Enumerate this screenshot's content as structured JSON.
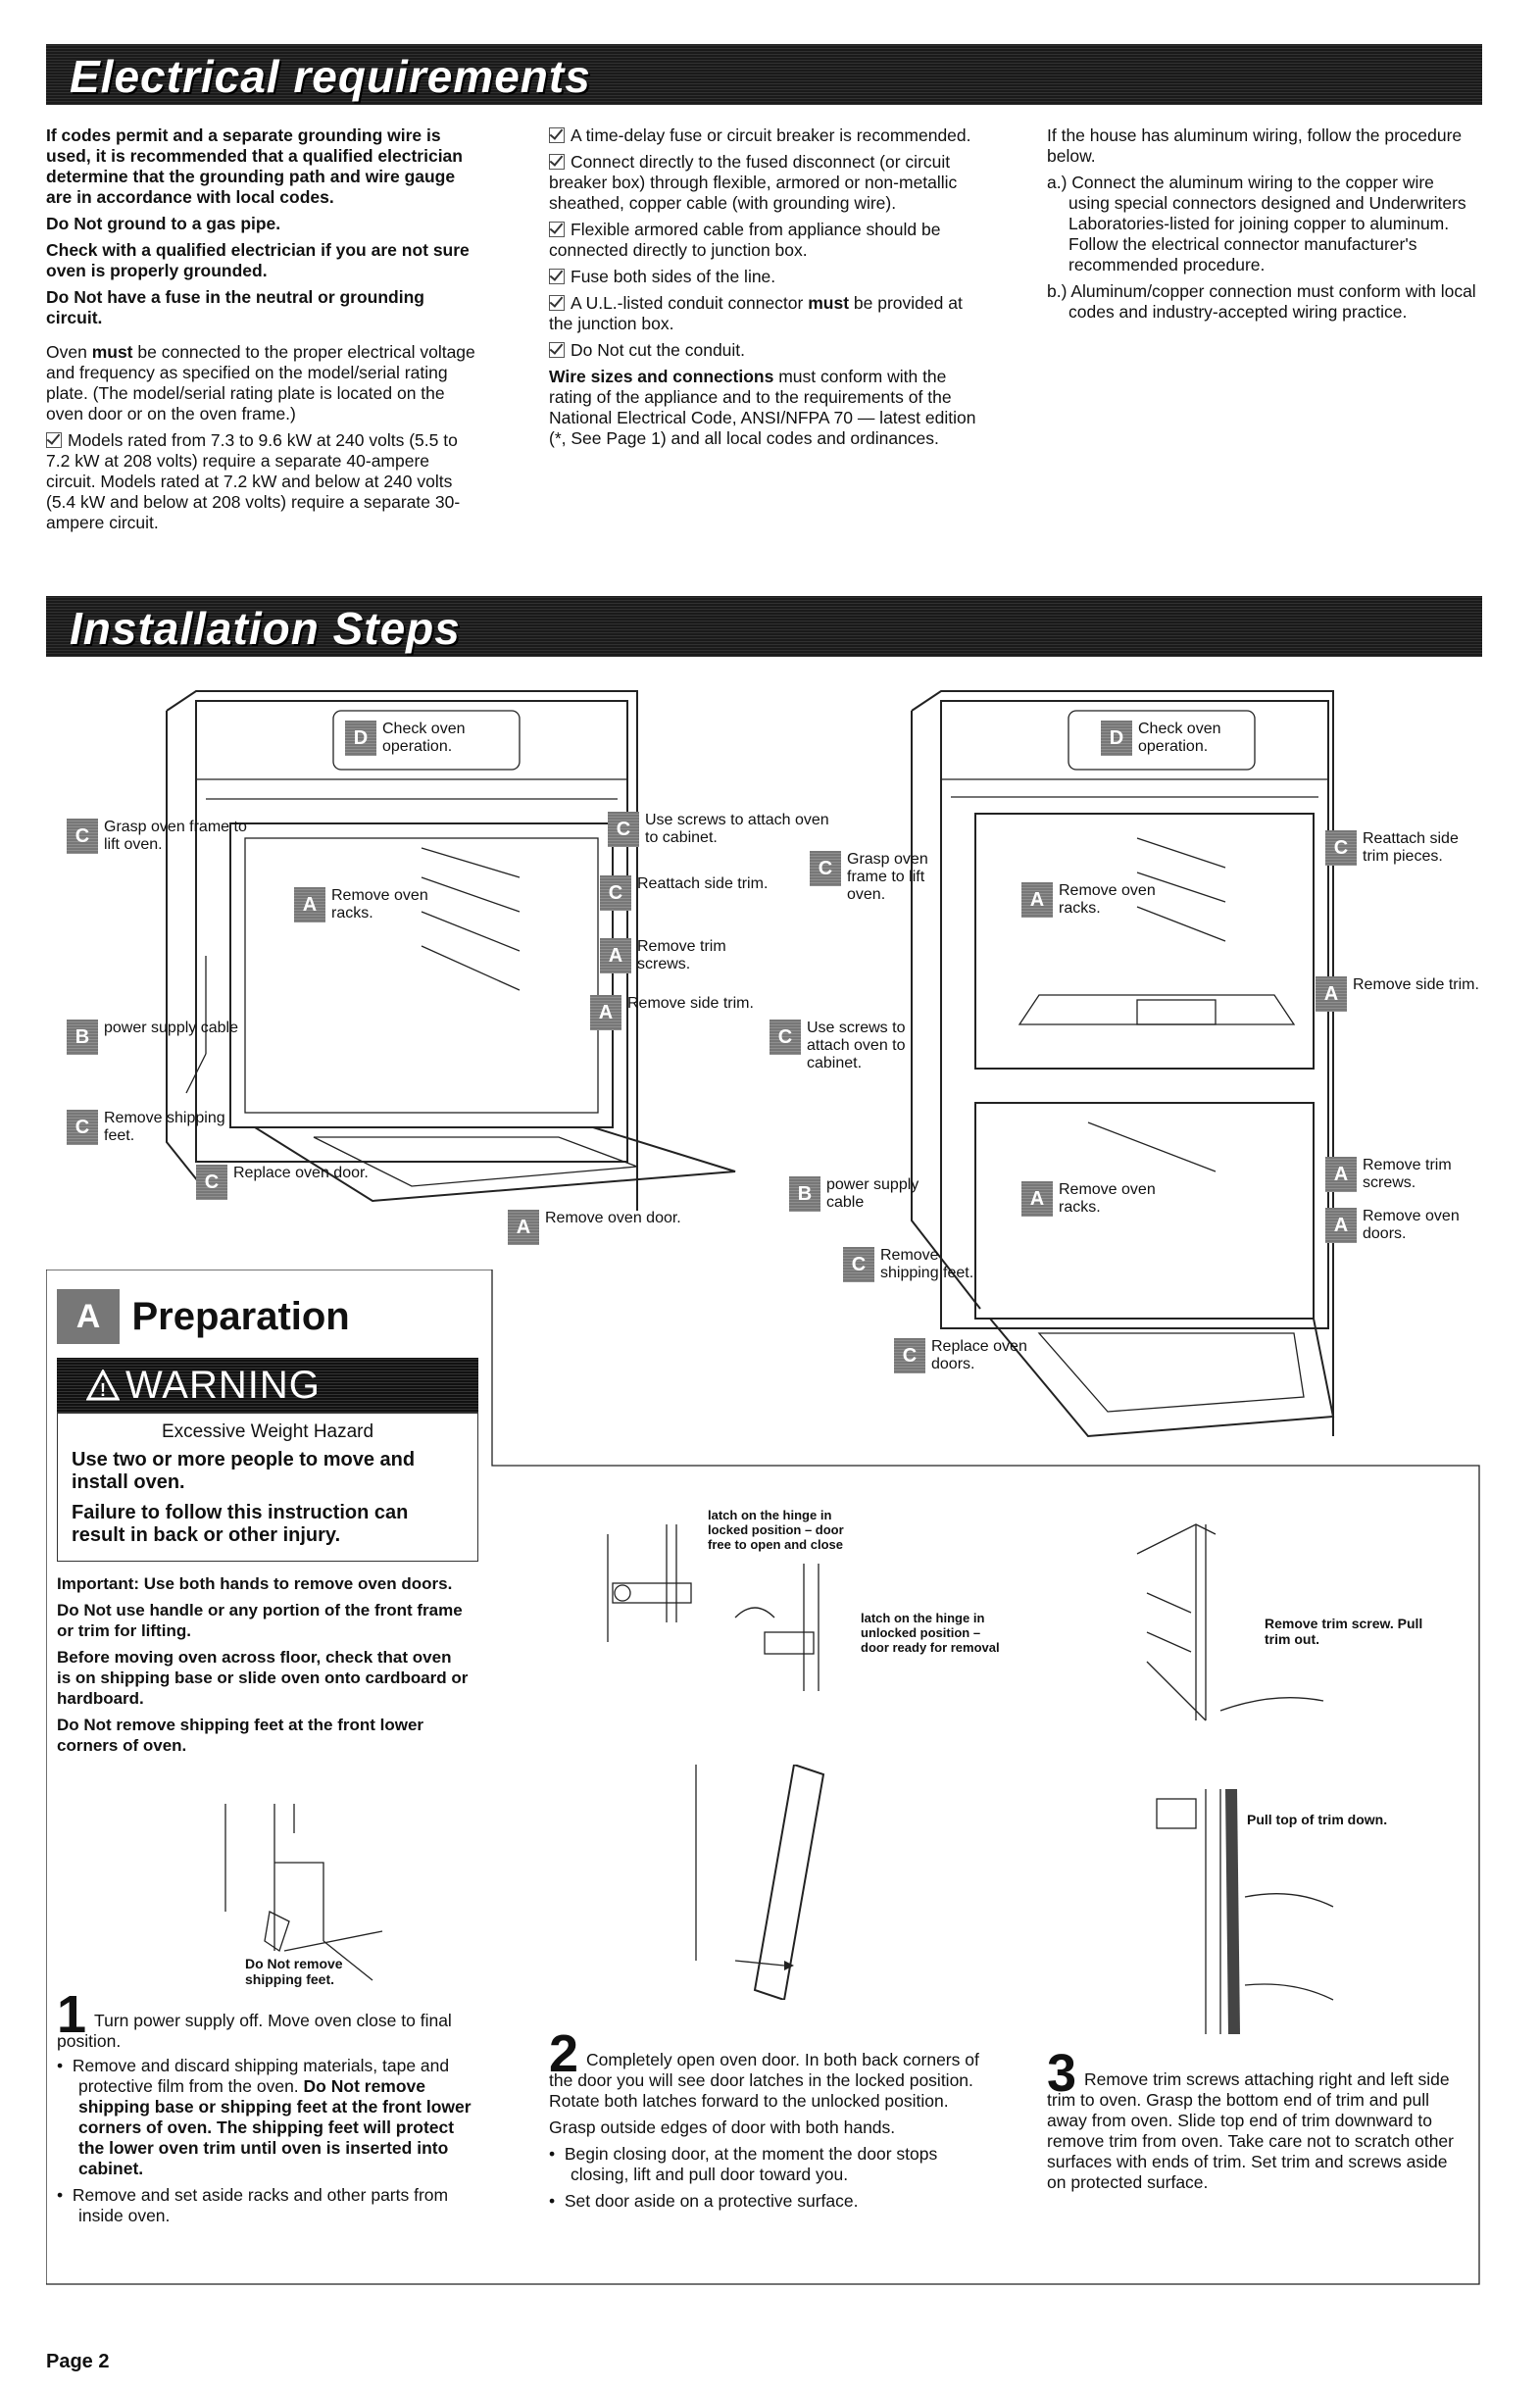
{
  "banners": {
    "electrical": "Electrical requirements",
    "installation": "Installation Steps"
  },
  "electrical": {
    "col1": {
      "b1": "If codes permit and a separate grounding wire is used, it is recommended that a qualified electrician determine that the grounding path and wire gauge are in accordance with local codes.",
      "b2": "Do Not ground to a gas pipe.",
      "b3": "Check with a qualified electrician if you are not sure oven is properly grounded.",
      "b4": "Do Not have a fuse in the neutral or grounding circuit.",
      "p1_a": "Oven ",
      "p1_must": "must",
      "p1_b": " be connected to the proper electrical voltage and frequency as specified on the model/serial rating plate. (The model/serial rating plate is located on the oven door or on the oven frame.)",
      "c1": "Models rated from 7.3 to 9.6 kW at 240 volts (5.5 to 7.2 kW at 208 volts) require a separate 40-ampere circuit. Models rated at 7.2 kW and below at 240 volts (5.4 kW and below at 208 volts) require a separate 30-ampere circuit."
    },
    "col2": {
      "c1": "A time-delay fuse or circuit breaker is recommended.",
      "c2": "Connect directly to the fused disconnect (or circuit breaker box) through flexible, armored or non-metallic sheathed, copper cable (with grounding wire).",
      "c3": "Flexible armored cable from appliance should be connected directly to junction box.",
      "c4": "Fuse both sides of the line.",
      "c5_a": "A U.L.-listed conduit connector ",
      "c5_must": "must",
      "c5_b": " be provided at the junction box.",
      "c6": "Do Not cut the conduit.",
      "p_bold": "Wire sizes and connections",
      "p_rest": " must conform with the rating of the appliance and to the requirements of the National Electrical Code, ANSI/NFPA 70 — latest edition (*, See Page 1) and all local codes and ordinances."
    },
    "col3": {
      "intro": "If the house has aluminum wiring, follow the procedure below.",
      "a": "a.) Connect the aluminum wiring to the copper wire using special connectors designed and Underwriters Laboratories-listed for joining copper to aluminum. Follow the electrical connector manufacturer's recommended procedure.",
      "b": "b.) Aluminum/copper connection must conform with local codes and industry-accepted wiring practice."
    }
  },
  "diagram_left": {
    "d_check": "Check oven operation.",
    "c_grasp": "Grasp oven frame to lift oven.",
    "a_racks": "Remove oven racks.",
    "b_power": "power supply cable",
    "c_shipping": "Remove shipping feet.",
    "c_replace": "Replace oven door.",
    "c_screws": "Use screws to attach oven to cabinet.",
    "c_reattach": "Reattach side trim.",
    "a_trim_screws": "Remove trim screws.",
    "a_side_trim": "Remove side trim.",
    "a_door": "Remove oven door."
  },
  "diagram_right": {
    "d_check": "Check oven operation.",
    "c_grasp": "Grasp oven frame to lift oven.",
    "a_racks1": "Remove oven racks.",
    "c_screws": "Use screws to attach oven to cabinet.",
    "b_power": "power supply cable",
    "c_shipping": "Remove shipping feet.",
    "c_replace": "Replace oven doors.",
    "c_reattach": "Reattach side trim pieces.",
    "a_side_trim": "Remove side trim.",
    "a_racks2": "Remove oven racks.",
    "a_trim_screws": "Remove trim screws.",
    "a_doors": "Remove oven doors."
  },
  "letters": {
    "a": "A",
    "b": "B",
    "c": "C",
    "d": "D"
  },
  "preparation": {
    "title": "Preparation",
    "warning": "WARNING",
    "hazard": "Excessive Weight Hazard",
    "w1": "Use two or more people to move and install oven.",
    "w2": "Failure to follow this instruction can result in back or other injury.",
    "i1": "Important: Use both hands to remove oven doors.",
    "i2": "Do Not use handle or any portion of the front frame or trim for lifting.",
    "i3": "Before moving oven across floor, check that oven is on shipping base or slide oven onto cardboard or hardboard.",
    "i4": "Do Not remove shipping feet at the front lower corners of oven.",
    "fig_label": "Do Not remove shipping feet."
  },
  "steps": {
    "s1_num": "1",
    "s1_text": "Turn power supply off. Move oven close to final position.",
    "s1_b1_a": "Remove and discard shipping materials, tape and protective film from the oven. ",
    "s1_b1_bold": "Do Not remove shipping base or shipping feet at the front lower corners of oven. The shipping feet will protect the lower oven trim until oven is inserted into cabinet.",
    "s1_b2": "Remove and set aside racks and other parts from inside oven.",
    "hinge_locked": "latch on the hinge in locked position – door free to open and close",
    "hinge_unlocked": "latch on the hinge in unlocked position – door ready for removal",
    "s2_num": "2",
    "s2_text": "Completely open oven door. In both back corners of the door you will see door latches in the locked position. Rotate both latches forward to the unlocked position.",
    "s2_p2": "Grasp outside edges of door with both hands.",
    "s2_b1": "Begin closing door, at the moment the door stops closing, lift and pull door toward you.",
    "s2_b2": "Set door aside on a protective surface.",
    "trim_screw": "Remove trim screw. Pull trim out.",
    "trim_top": "Pull top of trim down.",
    "s3_num": "3",
    "s3_text": "Remove trim screws attaching right and left side trim to oven. Grasp the bottom end of trim and pull away from oven. Slide top end of trim downward to remove trim from oven. Take care not to scratch other surfaces with ends of trim. Set trim and screws aside on protected surface."
  },
  "footer": "Page 2"
}
